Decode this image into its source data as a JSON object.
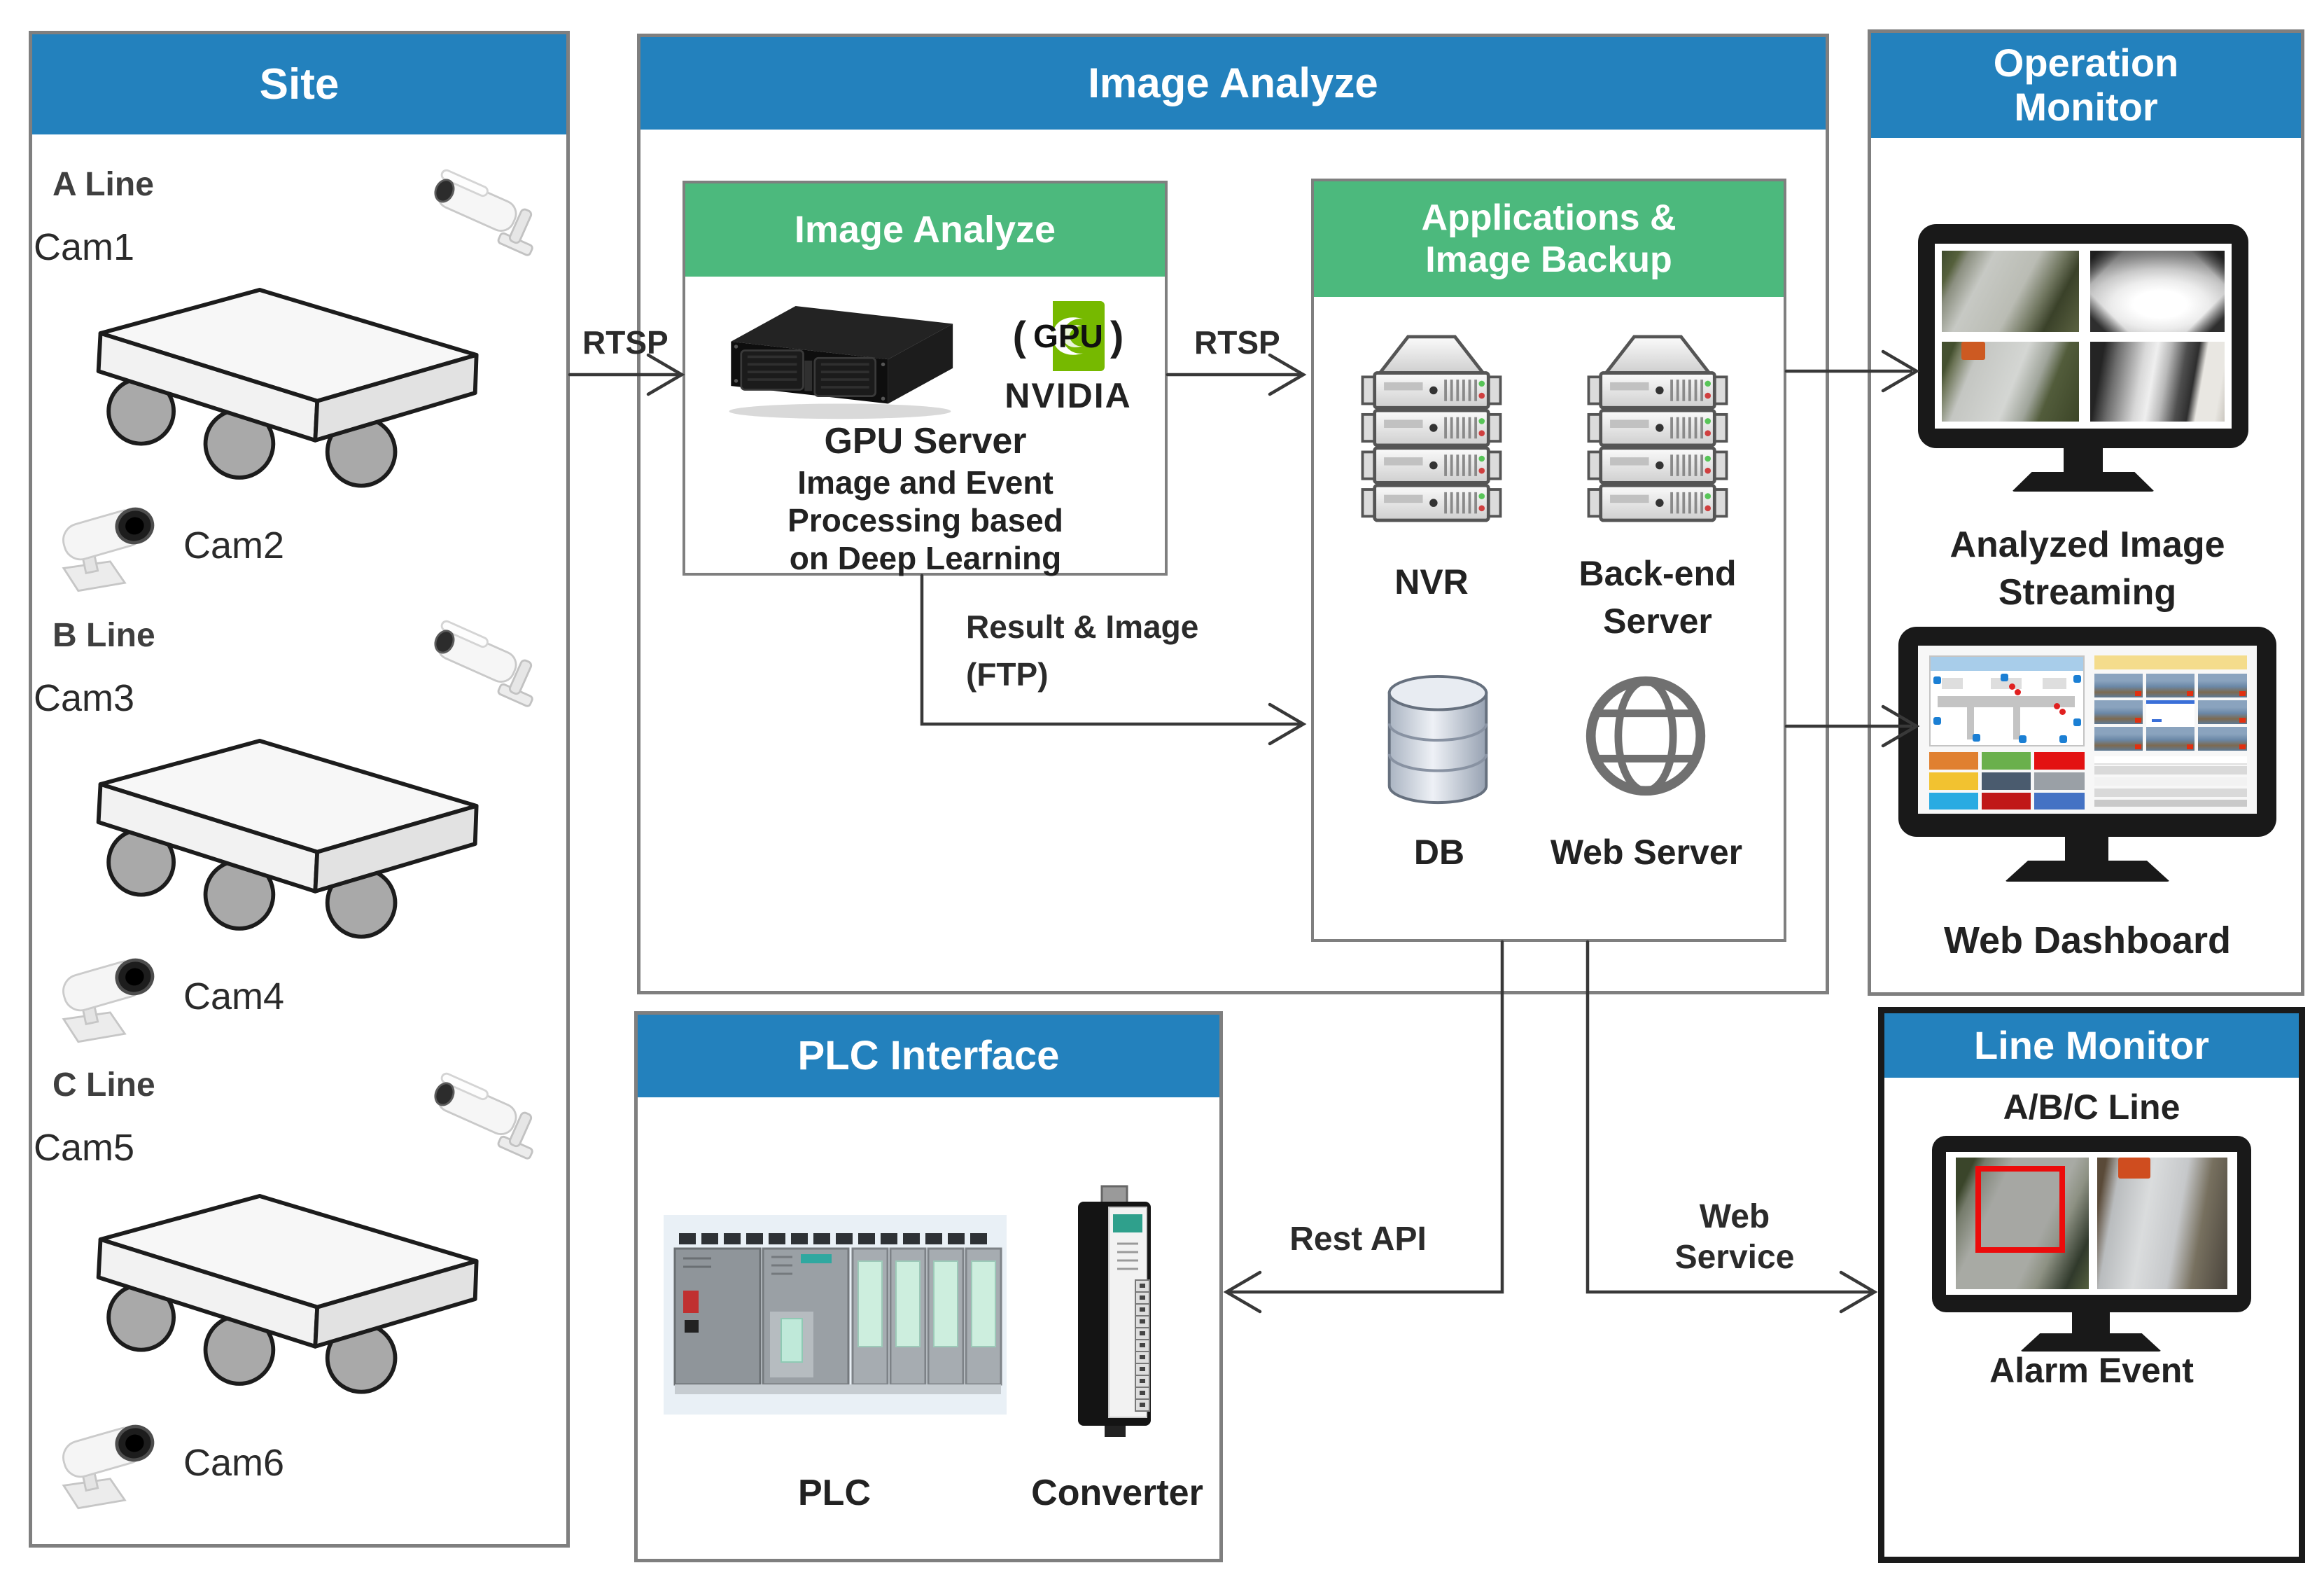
{
  "site": {
    "header": "Site",
    "lines": [
      {
        "label": "A Line",
        "cam_top": "Cam1",
        "cam_bottom": "Cam2"
      },
      {
        "label": "B Line",
        "cam_top": "Cam3",
        "cam_bottom": "Cam4"
      },
      {
        "label": "C Line",
        "cam_top": "Cam5",
        "cam_bottom": "Cam6"
      }
    ]
  },
  "image_analyze": {
    "header": "Image Analyze",
    "gpu_box": {
      "header": "Image Analyze",
      "paren_open": "(",
      "gpu_badge": "GPU",
      "paren_close": ")",
      "nvidia_wordmark": "NVIDIA",
      "server_label": "GPU Server",
      "desc": [
        "Image and Event",
        "Processing based",
        "on Deep Learning"
      ]
    },
    "apps_box": {
      "header_line1": "Applications &",
      "header_line2": "Image Backup",
      "nvr_label": "NVR",
      "backend_line1": "Back-end",
      "backend_line2": "Server",
      "db_label": "DB",
      "web_server_label": "Web Server"
    }
  },
  "operation_monitor": {
    "header_line1": "Operation",
    "header_line2": "Monitor",
    "streaming_line1": "Analyzed Image",
    "streaming_line2": "Streaming",
    "dashboard_label": "Web Dashboard"
  },
  "plc_interface": {
    "header": "PLC Interface",
    "plc_label": "PLC",
    "converter_label": "Converter"
  },
  "line_monitor": {
    "header": "Line Monitor",
    "line_label": "A/B/C Line",
    "alarm_label": "Alarm Event"
  },
  "connections": {
    "rtsp_site": "RTSP",
    "rtsp_gpu": "RTSP",
    "ftp_line1": "Result & Image",
    "ftp_line2": "(FTP)",
    "rest_api": "Rest API",
    "web_service_line1": "Web",
    "web_service_line2": "Service"
  },
  "colors": {
    "header_blue": "#2381bd",
    "header_green": "#4cb97d",
    "panel_border_gray": "#7f7f7f",
    "line_monitor_border": "#1a1a1a",
    "arrow_color": "#383838",
    "nvidia_green": "#76b900"
  }
}
